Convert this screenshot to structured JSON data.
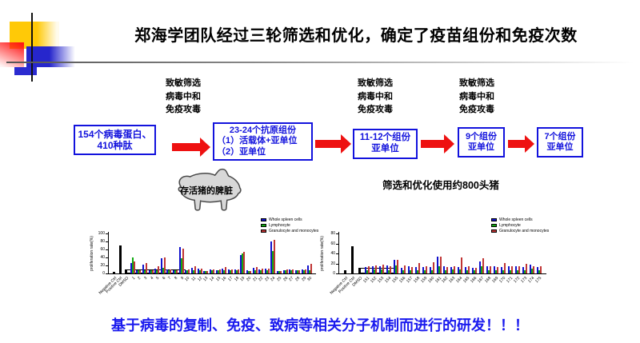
{
  "slide": {
    "title": "郑海学团队经过三轮筛选和优化，确定了疫苗组份和免疫次数",
    "footer": "基于病毒的复制、免疫、致病等相关分子机制而进行的研发！！！"
  },
  "flow": {
    "stage_labels": [
      {
        "lines": [
          "致敏筛选",
          "病毒中和",
          "免疫攻毒"
        ]
      },
      {
        "lines": [
          "致敏筛选",
          "病毒中和",
          "免疫攻毒"
        ]
      },
      {
        "lines": [
          "致敏筛选",
          "病毒中和",
          "免疫攻毒"
        ]
      }
    ],
    "boxes": [
      {
        "lines": [
          "154个病毒蛋白、",
          "410种肽"
        ]
      },
      {
        "lines": [
          "23-24个抗原组份",
          "（1）活载体+亚单位",
          "（2）亚单位"
        ]
      },
      {
        "lines": [
          "11-12个组份",
          "亚单位"
        ]
      },
      {
        "lines": [
          "9个组份",
          "亚单位"
        ]
      },
      {
        "lines": [
          "7个组份",
          "亚单位"
        ]
      }
    ],
    "pig_label": "存活猪的脾脏",
    "note": "筛选和优化使用约800头猪",
    "arrow_color": "#ee1111",
    "box_color": "#1313dd"
  },
  "chart_data": [
    {
      "type": "bar",
      "title": "",
      "xlabel": "",
      "ylabel": "proliferation rate(%)",
      "ylim": [
        0,
        100
      ],
      "yticks": [
        0,
        20,
        40,
        60,
        80,
        100
      ],
      "legend_position": "upper right",
      "control_categories": [
        "Negative Ctrl",
        "Positive Ctrl",
        "DMSO"
      ],
      "control_values": [
        5,
        70,
        10
      ],
      "control_color": "#000000",
      "dmso_bar": {
        "level": 10,
        "span_slots": 10
      },
      "categories": [
        "1",
        "2",
        "3",
        "4",
        "5",
        "6",
        "7",
        "8",
        "9",
        "10",
        "11",
        "12",
        "13",
        "14",
        "15",
        "16",
        "17",
        "18",
        "19",
        "20",
        "21",
        "22",
        "23",
        "24",
        "25",
        "26",
        "27",
        "28",
        "29",
        "30"
      ],
      "series": [
        {
          "name": "Whole spleen cells",
          "color": "#1111cc",
          "values": [
            27,
            9,
            23,
            8,
            13,
            38,
            11,
            8,
            67,
            9,
            15,
            13,
            6,
            10,
            9,
            12,
            10,
            10,
            47,
            8,
            14,
            10,
            12,
            80,
            6,
            9,
            10,
            8,
            10,
            20
          ]
        },
        {
          "name": "Lymphocyte",
          "color": "#11aa11",
          "values": [
            41,
            8,
            8,
            8,
            8,
            14,
            8,
            8,
            39,
            8,
            8,
            8,
            6,
            8,
            8,
            8,
            8,
            8,
            50,
            6,
            8,
            8,
            8,
            56,
            6,
            8,
            8,
            8,
            8,
            8
          ]
        },
        {
          "name": "Granulocyte and monocytes",
          "color": "#c03434",
          "values": [
            30,
            9,
            26,
            8,
            19,
            41,
            10,
            9,
            62,
            10,
            19,
            12,
            7,
            11,
            10,
            16,
            10,
            10,
            55,
            7,
            16,
            12,
            13,
            85,
            7,
            10,
            10,
            9,
            11,
            25
          ]
        }
      ]
    },
    {
      "type": "bar",
      "title": "",
      "xlabel": "",
      "ylabel": "proliferation rate(%)",
      "ylim": [
        0,
        80
      ],
      "yticks": [
        0,
        20,
        40,
        60,
        80
      ],
      "legend_position": "upper right",
      "control_categories": [
        "Negative Ctrl",
        "Positive Ctrl",
        "DMSO"
      ],
      "control_values": [
        6,
        55,
        12
      ],
      "control_color": "#000000",
      "dmso_bar": {
        "level": 12,
        "span_slots": 5
      },
      "categories": [
        "151",
        "152",
        "153",
        "154",
        "155",
        "156",
        "157",
        "158",
        "159",
        "160",
        "161",
        "162",
        "163",
        "164",
        "165",
        "166",
        "167",
        "168",
        "169",
        "170",
        "171",
        "172",
        "173",
        "174",
        "175"
      ],
      "series": [
        {
          "name": "Whole spleen cells",
          "color": "#1111cc",
          "values": [
            13,
            15,
            14,
            16,
            28,
            12,
            14,
            13,
            13,
            13,
            34,
            14,
            13,
            13,
            13,
            12,
            24,
            14,
            15,
            13,
            15,
            14,
            13,
            18,
            13
          ]
        },
        {
          "name": "Lymphocyte",
          "color": "#11aa11",
          "values": [
            6,
            8,
            8,
            6,
            16,
            6,
            6,
            6,
            6,
            6,
            14,
            6,
            8,
            8,
            6,
            6,
            14,
            6,
            6,
            6,
            6,
            6,
            6,
            10,
            6
          ]
        },
        {
          "name": "Granulocyte and monocytes",
          "color": "#c03434",
          "values": [
            14,
            16,
            17,
            15,
            27,
            16,
            13,
            21,
            14,
            23,
            33,
            13,
            14,
            32,
            14,
            12,
            30,
            14,
            13,
            21,
            14,
            14,
            19,
            14,
            14
          ]
        }
      ]
    }
  ]
}
